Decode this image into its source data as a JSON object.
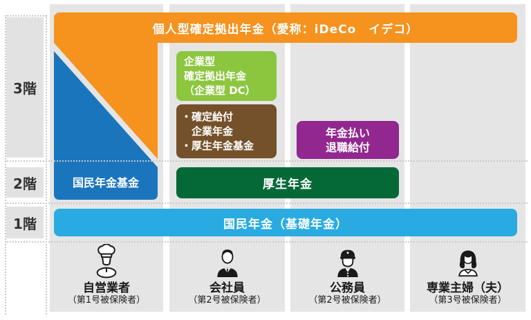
{
  "title": "日本の年金制度の階層図",
  "colors": {
    "orange": "#F6921E",
    "blue": "#1B75BC",
    "light_blue": "#29ABE2",
    "green": "#8CC63F",
    "brown": "#74512A",
    "purple": "#92278F",
    "dark_green": "#046937",
    "column_bg": "#E5E5E5",
    "label_bg": "#E2E2E2",
    "label_text": "#333333",
    "dash": "#C9C9C9",
    "person_text": "#1A1A1A"
  },
  "floors": [
    {
      "label": "3階"
    },
    {
      "label": "2階"
    },
    {
      "label": "1階"
    }
  ],
  "boxes": {
    "ideco": {
      "label": "個人型確定拠出年金（愛称：iDeCo　イデコ）"
    },
    "kokumin_nenkin_kikin": {
      "label": "国民年金基金"
    },
    "corporate_dc": {
      "lines": [
        "企業型",
        "確定拠出年金",
        "（企業型 DC）"
      ]
    },
    "defined_benefit": {
      "lines": [
        "・確定給付",
        "　企業年金",
        "・厚生年金基金"
      ]
    },
    "retirement_benefit": {
      "lines": [
        "年金払い",
        "退職給付"
      ]
    },
    "kosei_nenkin": {
      "label": "厚生年金"
    },
    "kiso_nenkin": {
      "label": "国民年金（基礎年金）"
    }
  },
  "persons": [
    {
      "icon": "chef-icon",
      "name": "自営業者",
      "subtitle": "（第1号被保険者）"
    },
    {
      "icon": "businessman-icon",
      "name": "会社員",
      "subtitle": "（第2号被保険者）"
    },
    {
      "icon": "police-officer-icon",
      "name": "公務員",
      "subtitle": "（第2号被保険者）"
    },
    {
      "icon": "housewife-icon",
      "name": "専業主婦（夫）",
      "subtitle": "（第3号被保険者）"
    }
  ]
}
